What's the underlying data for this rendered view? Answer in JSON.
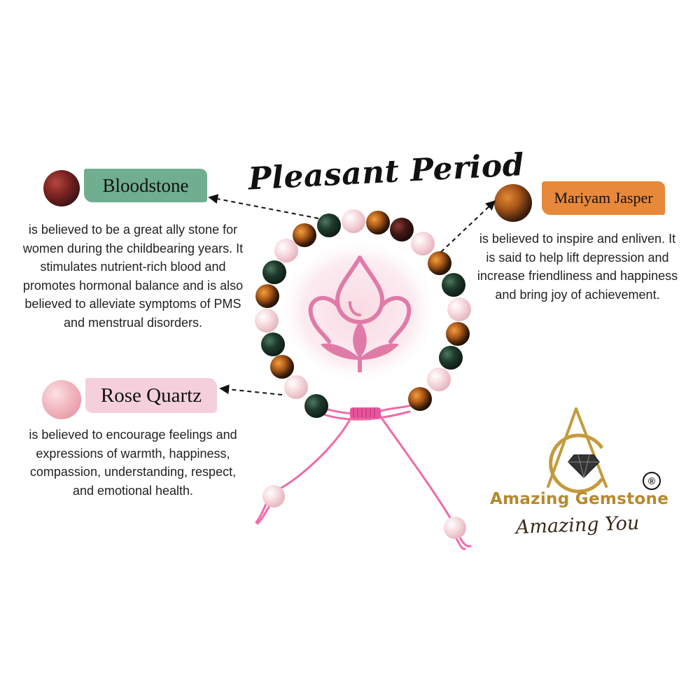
{
  "title": "Pleasant Period",
  "stones": {
    "bloodstone": {
      "name": "Bloodstone",
      "description": "is believed to be a great ally stone for women during the childbearing years. It stimulates nutrient-rich blood and promotes hormonal balance and is also believed to alleviate symptoms of PMS and menstrual disorders.",
      "band_color": "#6fae8e"
    },
    "rose_quartz": {
      "name": "Rose Quartz",
      "description": "is believed to encourage feelings and expressions of warmth, happiness, compassion, understanding, respect, and emotional health.",
      "band_color": "#f5d0dc"
    },
    "mariyam_jasper": {
      "name": "Mariyam Jasper",
      "description": "is believed to inspire and enliven. It is said to help lift depression and increase friendliness and happiness and bring joy of achievement.",
      "band_color": "#e8883a"
    }
  },
  "brand": {
    "name": "Amazing Gemstone",
    "tagline": "Amazing You",
    "registered_mark": "®",
    "gold_color": "#b5892e"
  },
  "icons": {
    "center_emblem": "drop-lotus-icon",
    "logo_mark": "diamond-triangle-logo"
  },
  "colors": {
    "cord": "#f06aa8",
    "emblem": "#e07ba8"
  }
}
